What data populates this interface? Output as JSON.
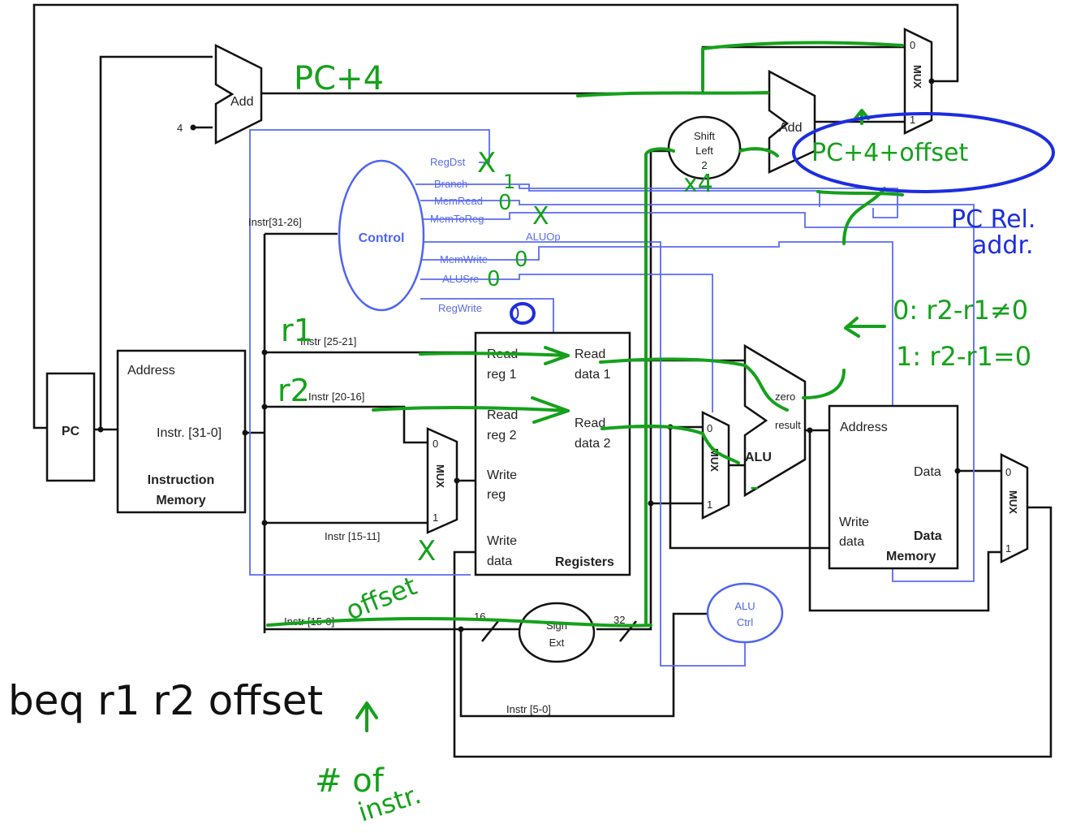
{
  "datapath": {
    "pc": "PC",
    "four": "4",
    "add_top": "Add",
    "add_branch": "Add",
    "shift_left": [
      "Shift",
      "Left",
      "2"
    ],
    "control": "Control",
    "instruction_memory": {
      "address": "Address",
      "instr": "Instr. [31-0]",
      "name_line1": "Instruction",
      "name_line2": "Memory"
    },
    "registers": {
      "read_reg1": [
        "Read",
        "reg 1"
      ],
      "read_reg2": [
        "Read",
        "reg 2"
      ],
      "write_reg": [
        "Write",
        "reg"
      ],
      "write_data": [
        "Write",
        "data"
      ],
      "read_data1": [
        "Read",
        "data 1"
      ],
      "read_data2": [
        "Read",
        "data 2"
      ],
      "name": "Registers"
    },
    "alu": {
      "name": "ALU",
      "zero": "zero",
      "result": "result"
    },
    "alu_ctrl": [
      "ALU",
      "Ctrl"
    ],
    "sign_ext": [
      "Sign",
      "Ext"
    ],
    "data_memory": {
      "address": "Address",
      "data": "Data",
      "write_data": [
        "Write",
        "data"
      ],
      "name": [
        "Data",
        "Memory"
      ]
    },
    "mux": {
      "label": "MUX",
      "in0": "0",
      "in1": "1"
    },
    "instr_fields": {
      "f31_26": "Instr[31-26]",
      "f25_21": "Instr [25-21]",
      "f20_16": "Instr [20-16]",
      "f15_11": "Instr [15-11]",
      "f15_0": "Instr [15-0]",
      "f5_0": "Instr [5-0]"
    },
    "widths": {
      "w16": "16",
      "w32": "32"
    },
    "control_signals": [
      "RegDst",
      "Branch",
      "MemRead",
      "MemToReg",
      "ALUOp",
      "MemWrite",
      "ALUSrc",
      "RegWrite"
    ]
  },
  "annotations": {
    "pc_plus_4": "PC+4",
    "pc_plus_4_offset": "PC+4+offset",
    "pc_rel": "PC Rel.",
    "addr": "addr.",
    "times4": "x4",
    "regdst_val": "X",
    "branch_val": "1",
    "memread_val": "0",
    "memtoreg_val": "X",
    "memwrite_val": "0",
    "alusrc_val": "0",
    "regwrite_val": "0",
    "r1": "r1",
    "r2": "r2",
    "zero_rule0": "0: r2-r1≠0",
    "zero_rule1": "1: r2-r1=0",
    "minus": "-",
    "write_reg_x": "X",
    "offset": "offset",
    "instruction": "beq r1 r2 offset",
    "arrow_up": "↑",
    "num_of": "# of",
    "instr_word": "instr."
  }
}
